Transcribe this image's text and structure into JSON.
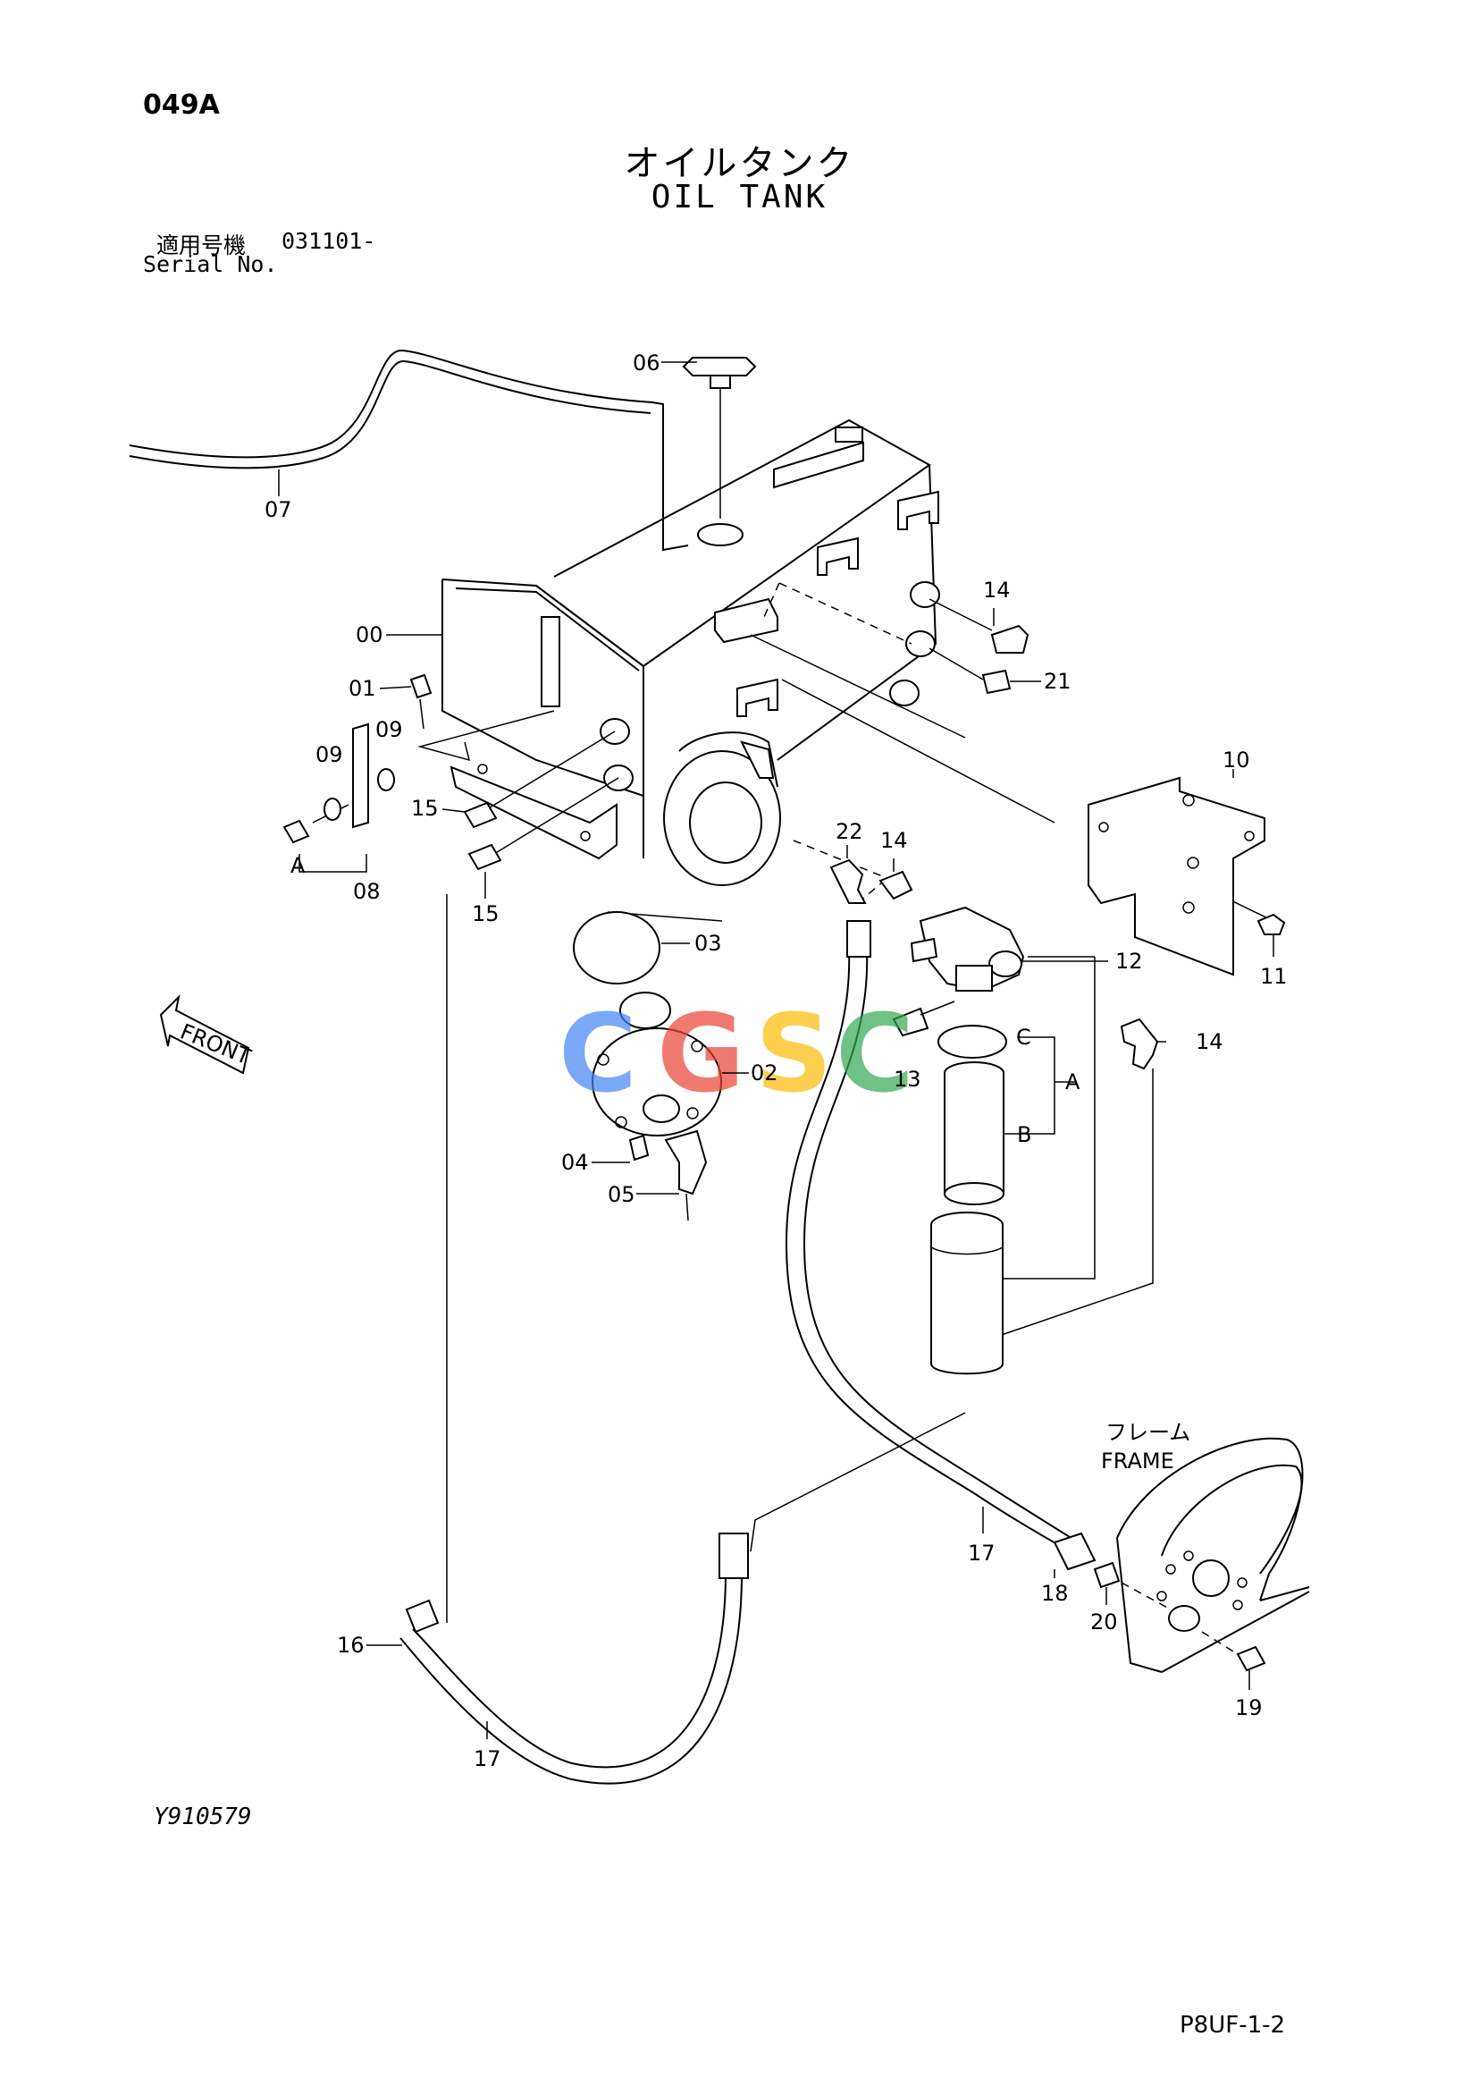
{
  "header": {
    "page_code": "049A",
    "title_jp": "オイルタンク",
    "title_en": "OIL TANK",
    "serial_label_jp": "適用号機",
    "serial_range": "031101-",
    "serial_label_en": "Serial No."
  },
  "footer": {
    "drawing_number": "Y910579",
    "page_reference": "P8UF-1-2"
  },
  "diagram": {
    "front_arrow_label": "FRONT",
    "frame_label_jp": "フレーム",
    "frame_label_en": "FRAME",
    "watermark": [
      "C",
      "G",
      "S",
      "C"
    ],
    "watermark_colors": [
      "#4285F4",
      "#EA4335",
      "#FBBC05",
      "#34A853"
    ],
    "part_labels": {
      "p00": "00",
      "p01": "01",
      "p02": "02",
      "p03": "03",
      "p04": "04",
      "p05": "05",
      "p06": "06",
      "p07": "07",
      "p08": "08",
      "p09a": "09",
      "p09b": "09",
      "p10": "10",
      "p11": "11",
      "p12": "12",
      "p13": "13",
      "p14a": "14",
      "p14b": "14",
      "p14c": "14",
      "p15a": "15",
      "p15b": "15",
      "p16": "16",
      "p17a": "17",
      "p17b": "17",
      "p18": "18",
      "p19": "19",
      "p20": "20",
      "p21": "21",
      "p22": "22"
    },
    "callouts": {
      "a_left": "A",
      "a_right": "A",
      "b": "B",
      "c": "C"
    }
  }
}
